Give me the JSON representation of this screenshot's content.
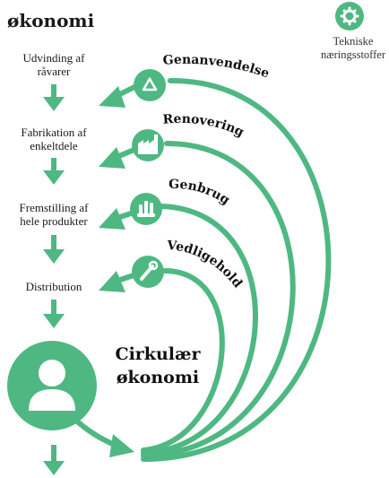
{
  "header": {
    "title": "økonomi"
  },
  "legend": {
    "label_line1": "Tekniske",
    "label_line2": "næringsstoffer",
    "icon": "gear-icon"
  },
  "steps": [
    {
      "line1": "Udvinding af",
      "line2": "råvarer"
    },
    {
      "line1": "Fabrikation af",
      "line2": "enkeltdele"
    },
    {
      "line1": "Fremstilling af",
      "line2": "hele produkter"
    },
    {
      "line1": "Distribution",
      "line2": ""
    }
  ],
  "loops": [
    {
      "label": "Genanvendelse",
      "icon": "recycle-icon"
    },
    {
      "label": "Renovering",
      "icon": "factory-icon"
    },
    {
      "label": "Genbrug",
      "icon": "hands-icon"
    },
    {
      "label": "Vedligehold",
      "icon": "wrench-icon"
    }
  ],
  "center": {
    "line1": "Cirkulær",
    "line2": "økonomi",
    "icon": "person-icon"
  },
  "colors": {
    "accent": "#4fb882",
    "text": "#111111"
  }
}
